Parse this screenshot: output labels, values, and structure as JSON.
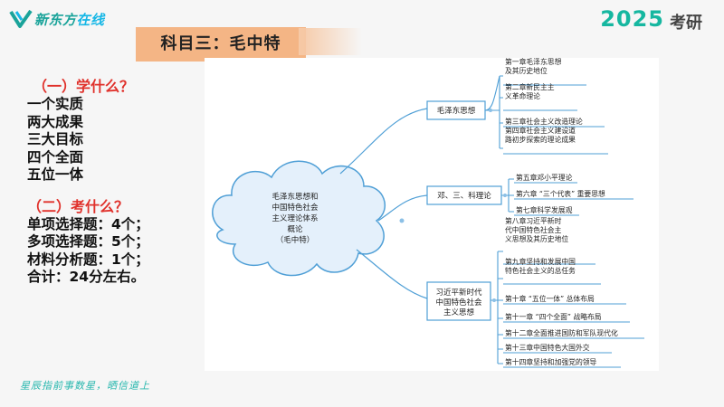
{
  "header": {
    "brand_prefix": "新东方",
    "brand_suffix": "在线",
    "year": "2025",
    "exam": "考研"
  },
  "title": "科目三：毛中特",
  "left_panel": {
    "section1_title": "（一）学什么？",
    "section1_items": [
      "一个实质",
      "两大成果",
      "三大目标",
      "四个全面",
      "五位一体"
    ],
    "section2_title": "（二）考什么？",
    "section2_items": [
      "单项选择题：4个；",
      "多项选择题：5个；",
      "材料分析题：1个；",
      "合计：24分左右。"
    ]
  },
  "mind_map": {
    "root_lines": [
      "毛泽东思想和",
      "中国特色社会",
      "主义理论体系",
      "概论",
      "（毛中特）"
    ],
    "branches": [
      {
        "label_lines": [
          "毛泽东思想"
        ],
        "leaves": [
          [
            "第一章毛泽东思想",
            "及其历史地位"
          ],
          [
            "第二章新民主主",
            "义革命理论"
          ],
          [
            "第三章社会主义改造理论"
          ],
          [
            "第四章社会主义建设道",
            "路初步探索的理论成果"
          ]
        ]
      },
      {
        "label_lines": [
          "邓、三、科理论"
        ],
        "leaves": [
          [
            "第五章邓小平理论"
          ],
          [
            "第六章 “三个代表” 重要思想"
          ],
          [
            "第七章科学发展观"
          ]
        ]
      },
      {
        "label_lines": [
          "习近平新时代",
          "中国特色社会",
          "主义思想"
        ],
        "leaves": [
          [
            "第八章习近平新时",
            "代中国特色社会主",
            "义思想及其历史地位"
          ],
          [
            "第九章坚持和发展中国",
            "特色社会主义的总任务"
          ],
          [
            "第十章 “五位一体” 总体布局"
          ],
          [
            "第十一章 “四个全面” 战略布局"
          ],
          [
            "第十二章全面推进国防和军队现代化"
          ],
          [
            "第十三章中国特色大国外交"
          ],
          [
            "第十四章坚持和加强党的领导"
          ]
        ]
      }
    ]
  },
  "footer": {
    "slogan": "星辰指前事数星，晒信道上"
  },
  "colors": {
    "brand_teal": "#1aa39a",
    "title_bg": "#f4b585",
    "section_red": "#e0312b",
    "map_line": "#4f9fd6",
    "cloud_fill": "#e4f0fb"
  }
}
